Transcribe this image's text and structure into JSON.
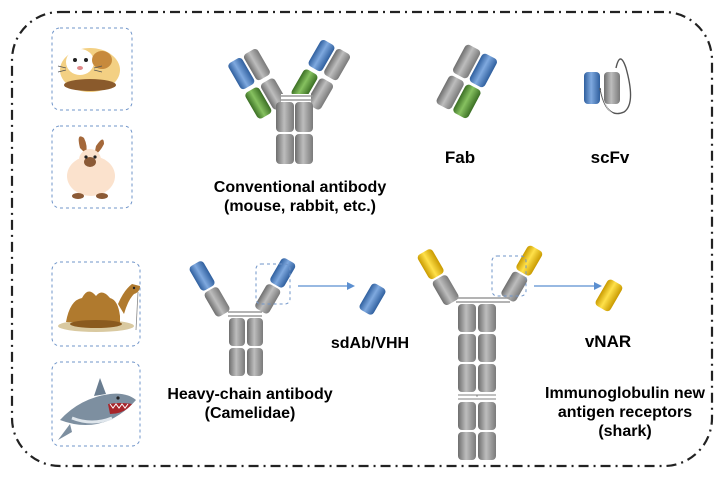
{
  "labels": {
    "conventional_line1": "Conventional antibody",
    "conventional_line2": "(mouse, rabbit, etc.)",
    "fab": "Fab",
    "scfv": "scFv",
    "sdab": "sdAb/VHH",
    "hcab_line1": "Heavy-chain antibody",
    "hcab_line2": "(Camelidae)",
    "vnar": "vNAR",
    "ignar_line1": "Immunoglobulin new",
    "ignar_line2": "antigen receptors",
    "ignar_line3": "(shark)"
  },
  "animals": [
    "guinea-pig",
    "rabbit",
    "camel",
    "shark"
  ],
  "colors": {
    "gray_domain": "#9a9a9a",
    "blue_domain": "#4a7fc4",
    "green_domain": "#5a9a3c",
    "yellow_domain": "#f2c416",
    "arrow": "#5b8fd0",
    "dash_box": "#6f94c9",
    "frame": "#222222"
  }
}
